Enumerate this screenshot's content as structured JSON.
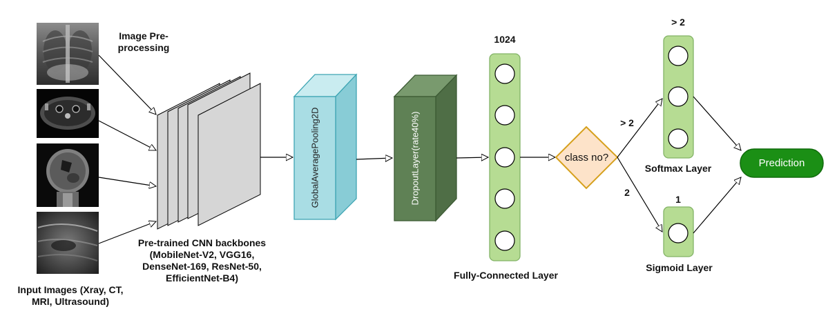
{
  "labels": {
    "preprocessing": "Image Pre-\nprocessing",
    "input_images": "Input Images (Xray, CT,\nMRI, Ultrasound)",
    "backbones": "Pre-trained CNN backbones\n(MobileNet-V2, VGG16,\nDenseNet-169, ResNet-50,\nEfficientNet-B4)",
    "gap_layer": "GlobalAveragePooling2D",
    "dropout_layer": "DropoutLayer(rate40%)",
    "fc_units": "1024",
    "fc_layer": "Fully-Connected Layer",
    "decision": "class no?",
    "branch_multi": "> 2",
    "branch_binary": "2",
    "softmax_units": "> 2",
    "softmax_layer": "Softmax Layer",
    "sigmoid_units": "1",
    "sigmoid_layer": "Sigmoid Layer",
    "prediction": "Prediction"
  },
  "input_modalities": [
    "chest-xray-image",
    "ct-scan-image",
    "mri-scan-image",
    "ultrasound-image"
  ],
  "colors": {
    "gap_fill": "#a9dde4",
    "gap_stroke": "#3ea5b3",
    "dropout_fill": "#5f8155",
    "dropout_stroke": "#3c5a34",
    "layer_fill": "#b6dc93",
    "layer_stroke": "#82b366",
    "decision_fill": "#fde3c9",
    "decision_stroke": "#d6a01c",
    "prediction_fill": "#1b8f15",
    "prediction_stroke": "#106b0c",
    "backbone_fill": "#d6d6d6"
  }
}
